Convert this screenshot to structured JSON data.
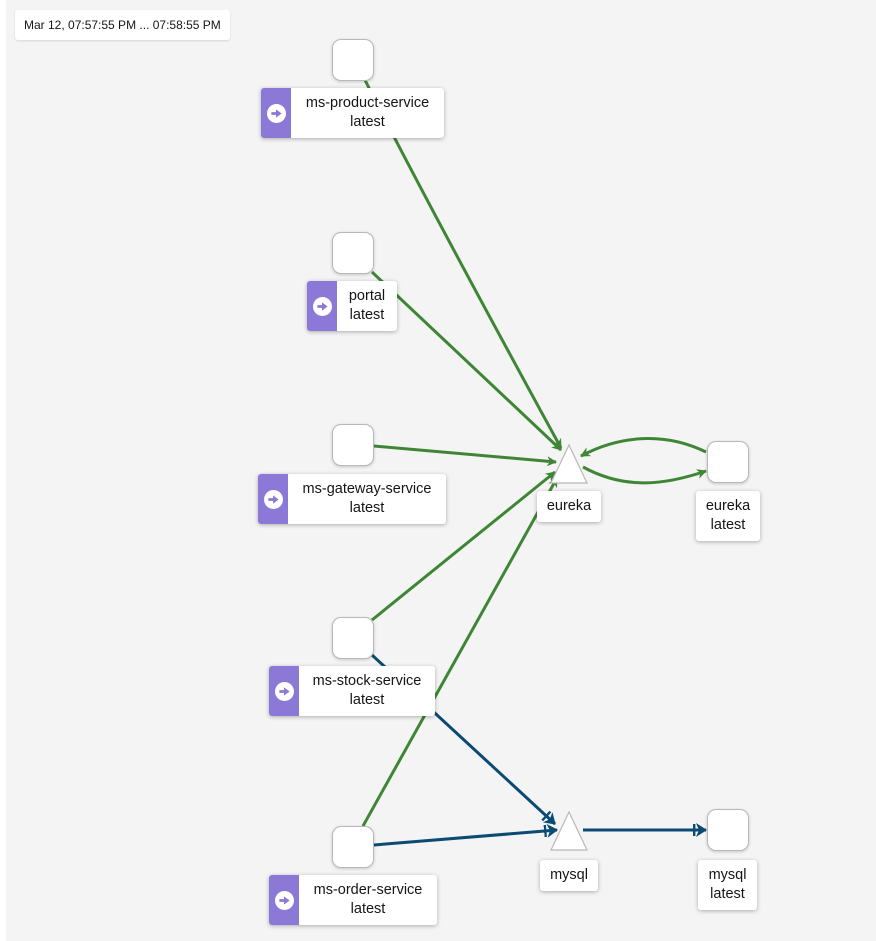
{
  "timestamp": "Mar 12, 07:57:55 PM ... 07:58:55 PM",
  "colors": {
    "ok_edge": "#3e8635",
    "tcp_edge": "#0b4a73",
    "badge": "#8c78d6"
  },
  "workloads": [
    {
      "name": "ms-product-service",
      "version": "latest",
      "icon": "workload-arrow-icon"
    },
    {
      "name": "portal",
      "version": "latest",
      "icon": "workload-arrow-icon"
    },
    {
      "name": "ms-gateway-service",
      "version": "latest",
      "icon": "workload-arrow-icon"
    },
    {
      "name": "ms-stock-service",
      "version": "latest",
      "icon": "workload-arrow-icon"
    },
    {
      "name": "ms-order-service",
      "version": "latest",
      "icon": "workload-arrow-icon"
    }
  ],
  "services": [
    {
      "name": "eureka"
    },
    {
      "name": "mysql"
    }
  ],
  "apps": [
    {
      "name": "eureka",
      "version": "latest"
    },
    {
      "name": "mysql",
      "version": "latest"
    }
  ]
}
